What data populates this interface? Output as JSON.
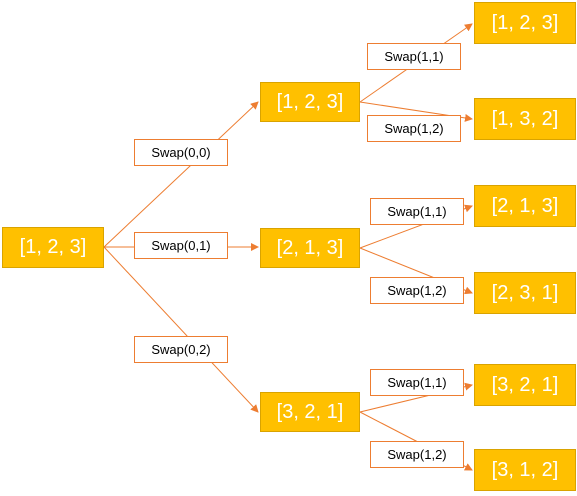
{
  "colors": {
    "node_fill": "#ffc000",
    "node_text": "#ffffff",
    "edge": "#ed7d31",
    "label_border": "#ed7d31"
  },
  "nodes": {
    "root": "[1, 2, 3]",
    "a": "[1, 2, 3]",
    "b": "[2, 1, 3]",
    "c": "[3, 2, 1]",
    "a1": "[1, 2, 3]",
    "a2": "[1, 3, 2]",
    "b1": "[2, 1, 3]",
    "b2": "[2, 3, 1]",
    "c1": "[3, 2, 1]",
    "c2": "[3, 1, 2]"
  },
  "labels": {
    "root_to_a": "Swap(0,0)",
    "root_to_b": "Swap(0,1)",
    "root_to_c": "Swap(0,2)",
    "a_to_a1": "Swap(1,1)",
    "a_to_a2": "Swap(1,2)",
    "b_to_b1": "Swap(1,1)",
    "b_to_b2": "Swap(1,2)",
    "c_to_c1": "Swap(1,1)",
    "c_to_c2": "Swap(1,2)"
  }
}
